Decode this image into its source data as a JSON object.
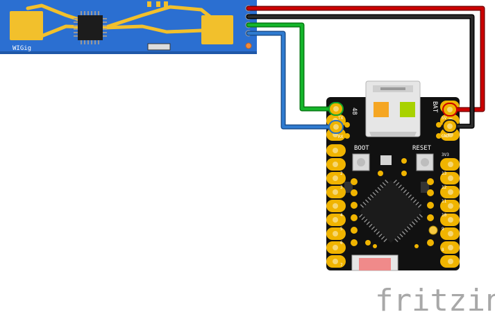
{
  "diagram": {
    "tool_watermark": "fritzing",
    "radar_module": {
      "label": "WIGig",
      "board_color": "#2b6fd1",
      "antenna_color": "#f2c02c"
    },
    "mcu_board": {
      "board_color": "#111111",
      "pad_color": "#f0b400",
      "button_labels": {
        "boot": "BOOT",
        "reset": "RESET"
      },
      "top_left_number": "48",
      "top_right_label": "BAT",
      "left_pins": [
        "TX",
        "RX",
        "",
        "2",
        "3",
        "4",
        "5",
        "6",
        "7"
      ],
      "right_pins": [
        "5V",
        "GND",
        "3V3",
        "13",
        "12",
        "11",
        "10",
        "9",
        "8"
      ]
    },
    "wires": [
      {
        "color_name": "red",
        "color": "#cc0000"
      },
      {
        "color_name": "black",
        "color": "#1a1a1a"
      },
      {
        "color_name": "green",
        "color": "#11aa22"
      },
      {
        "color_name": "blue",
        "color": "#2a6fc0"
      }
    ]
  }
}
